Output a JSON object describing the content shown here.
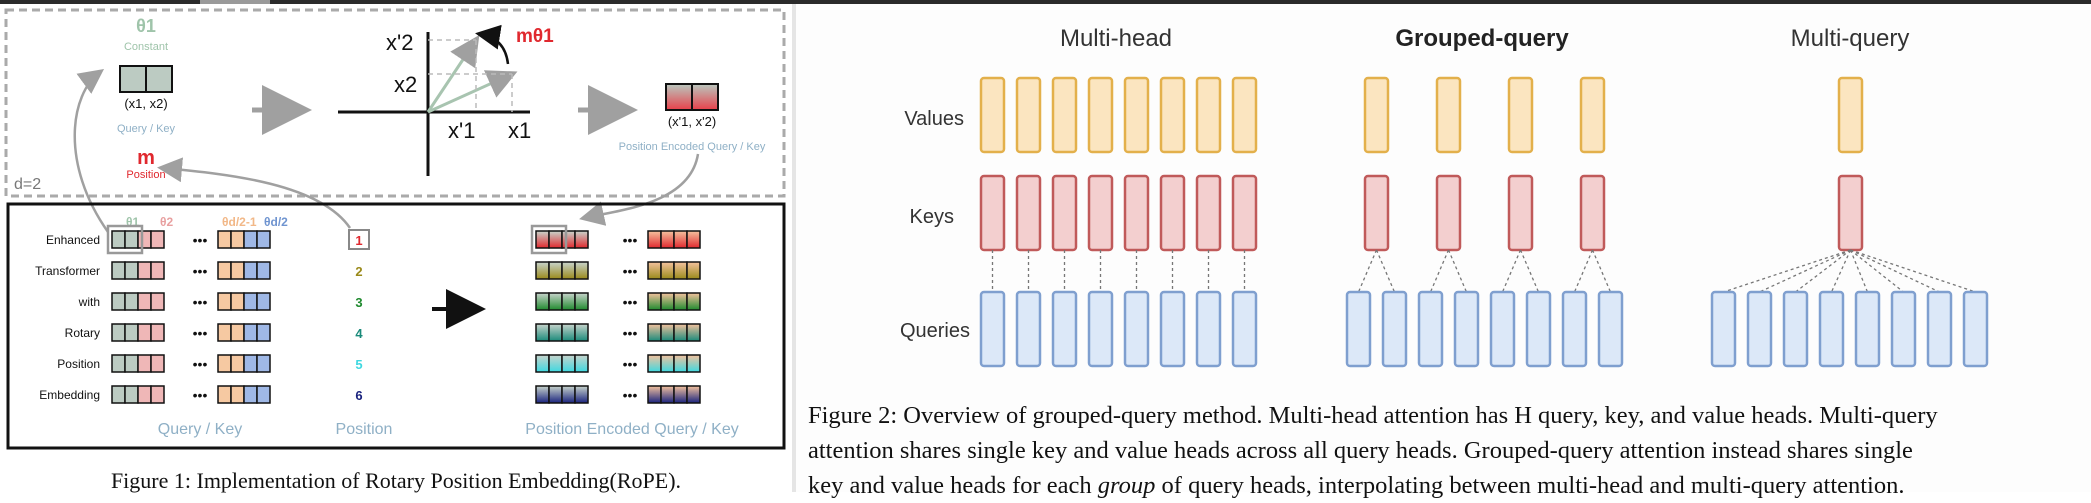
{
  "rope_figure": {
    "theta1_label": "θ1",
    "constant_label": "Constant",
    "query_pair_label": "(x1, x2)",
    "query_key_label": "Query / Key",
    "m_label": "m",
    "position_label": "Position",
    "d_label": "d=2",
    "axis_labels": {
      "x2p": "x'2",
      "x2": "x2",
      "x1p": "x'1",
      "x1": "x1",
      "mtheta": "mθ1"
    },
    "encoded_pair_label": "(x'1, x'2)",
    "encoded_label": "Position Encoded Query / Key",
    "theta_headers": [
      "θ1",
      "θ2",
      "θd/2-1",
      "θd/2"
    ],
    "rows": [
      {
        "word": "Enhanced",
        "pos": "1",
        "color": "#e0282e"
      },
      {
        "word": "Transformer",
        "pos": "2",
        "color": "#9a8a1a"
      },
      {
        "word": "with",
        "pos": "3",
        "color": "#1f8a2e"
      },
      {
        "word": "Rotary",
        "pos": "4",
        "color": "#1a8a7a"
      },
      {
        "word": "Position",
        "pos": "5",
        "color": "#3fd8e0"
      },
      {
        "word": "Embedding",
        "pos": "6",
        "color": "#1a237e"
      }
    ],
    "dots": "•••",
    "bottom_query_key": "Query / Key",
    "bottom_position": "Position",
    "bottom_encoded": "Position Encoded Query / Key",
    "caption": "Figure 1: Implementation of Rotary Position Embedding(RoPE)."
  },
  "gqa_figure": {
    "titles": {
      "multi_head": "Multi-head",
      "grouped": "Grouped-query",
      "multi_query": "Multi-query"
    },
    "row_labels": {
      "values": "Values",
      "keys": "Keys",
      "queries": "Queries"
    },
    "heads": {
      "multi_head_kv": 8,
      "grouped_kv": 4,
      "multi_query_kv": 1,
      "queries": 8
    },
    "colors": {
      "values_fill": "#fbe5c0",
      "values_stroke": "#e3b04b",
      "keys_fill": "#f3cfcf",
      "keys_stroke": "#c05a5a",
      "queries_fill": "#dce8f8",
      "queries_stroke": "#7f9fcf"
    },
    "caption_lines": [
      "Figure 2: Overview of grouped-query method. Multi-head attention has H query, key, and value heads. Multi-query",
      "attention shares single key and value heads across all query heads. Grouped-query attention instead shares single"
    ],
    "caption_line3_pre": "key and value heads for each ",
    "caption_line3_em": "group",
    "caption_line3_post": " of query heads, interpolating between multi-head and multi-query attention."
  }
}
